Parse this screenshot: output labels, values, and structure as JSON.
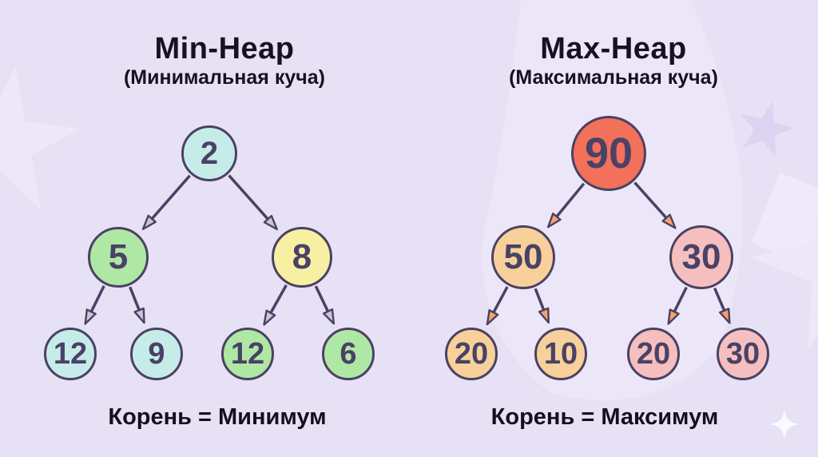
{
  "page": {
    "background": "#e7e1f6",
    "decorations": [
      "large-star-left",
      "small-star-right",
      "large-star-right-edge",
      "sparkle-bottom-right",
      "light-blob-behind-max-heap"
    ]
  },
  "palette": {
    "background": "#e7e1f6",
    "outline": "#4b4163",
    "node_text": "#4a4266",
    "title_text": "#171222",
    "node_cyan": "#c6ecea",
    "node_green": "#aee8a4",
    "node_yellow": "#f7f0a3",
    "node_coral": "#f3705a",
    "node_peach": "#f8d09a",
    "node_pink": "#f6bfbf",
    "arrowhead_min": "#c9c6da",
    "arrowhead_max": "#f5a368"
  },
  "min_heap": {
    "title": "Min-Heap",
    "subtitle": "(Минимальная куча)",
    "caption": "Корень = Минимум",
    "nodes": [
      {
        "value": "2",
        "level": 0,
        "color": "#c6ecea"
      },
      {
        "value": "5",
        "level": 1,
        "color": "#aee8a4"
      },
      {
        "value": "8",
        "level": 1,
        "color": "#f7f0a3"
      },
      {
        "value": "12",
        "level": 2,
        "color": "#c6ecea"
      },
      {
        "value": "9",
        "level": 2,
        "color": "#c6ecea"
      },
      {
        "value": "12",
        "level": 2,
        "color": "#aee8a4"
      },
      {
        "value": "6",
        "level": 2,
        "color": "#aee8a4"
      }
    ],
    "edges": [
      [
        0,
        1
      ],
      [
        0,
        2
      ],
      [
        1,
        3
      ],
      [
        1,
        4
      ],
      [
        2,
        5
      ],
      [
        2,
        6
      ]
    ]
  },
  "max_heap": {
    "title": "Max-Heap",
    "subtitle": "(Максимальная куча)",
    "caption": "Корень = Максимум",
    "nodes": [
      {
        "value": "90",
        "level": 0,
        "color": "#f3705a"
      },
      {
        "value": "50",
        "level": 1,
        "color": "#f8d09a"
      },
      {
        "value": "30",
        "level": 1,
        "color": "#f6bfbf"
      },
      {
        "value": "20",
        "level": 2,
        "color": "#f8d09a"
      },
      {
        "value": "10",
        "level": 2,
        "color": "#f8d09a"
      },
      {
        "value": "20",
        "level": 2,
        "color": "#f6bfbf"
      },
      {
        "value": "30",
        "level": 2,
        "color": "#f6bfbf"
      }
    ],
    "edges": [
      [
        0,
        1
      ],
      [
        0,
        2
      ],
      [
        1,
        3
      ],
      [
        1,
        4
      ],
      [
        2,
        5
      ],
      [
        2,
        6
      ]
    ]
  }
}
